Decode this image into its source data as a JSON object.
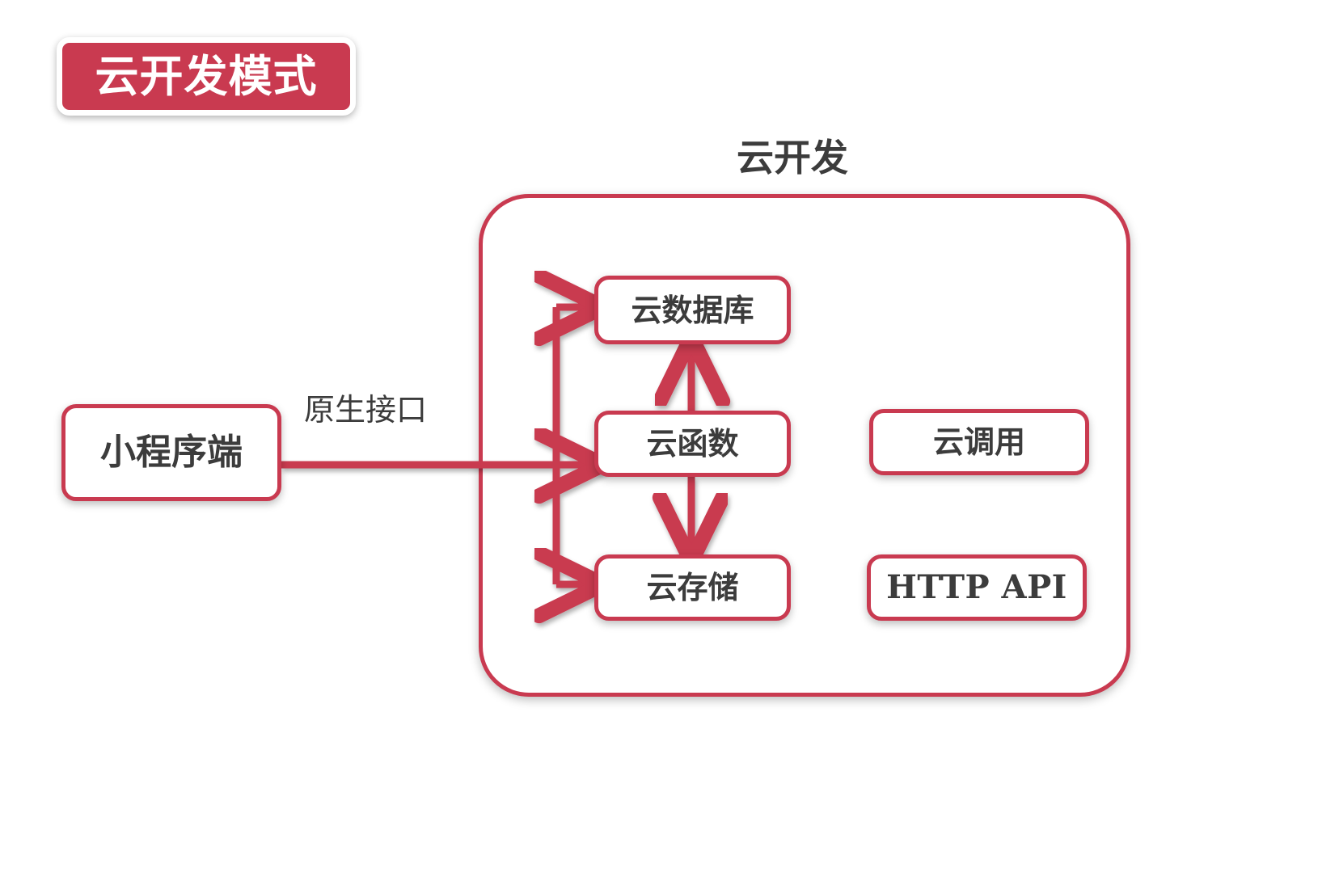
{
  "page": {
    "background_color": "#ffffff",
    "accent_color": "#C93A50",
    "text_color": "#3C3C3C"
  },
  "title_badge": {
    "label": "云开发模式",
    "fill_color": "#C93A50",
    "text_color": "#ffffff"
  },
  "section": {
    "heading": "云开发"
  },
  "nodes": {
    "client": {
      "label": "小程序端"
    },
    "database": {
      "label": "云数据库"
    },
    "function": {
      "label": "云函数"
    },
    "storage": {
      "label": "云存储"
    },
    "cloud_call": {
      "label": "云调用"
    },
    "http_api": {
      "label": "HTTP API"
    }
  },
  "edges": [
    {
      "from": "client",
      "to": "database",
      "label": "原生接口"
    },
    {
      "from": "client",
      "to": "function",
      "label": "原生接口"
    },
    {
      "from": "client",
      "to": "storage",
      "label": "原生接口"
    },
    {
      "from": "function",
      "to": "database",
      "label": ""
    },
    {
      "from": "function",
      "to": "storage",
      "label": ""
    }
  ],
  "edge_labels": {
    "native_interface": "原生接口"
  }
}
